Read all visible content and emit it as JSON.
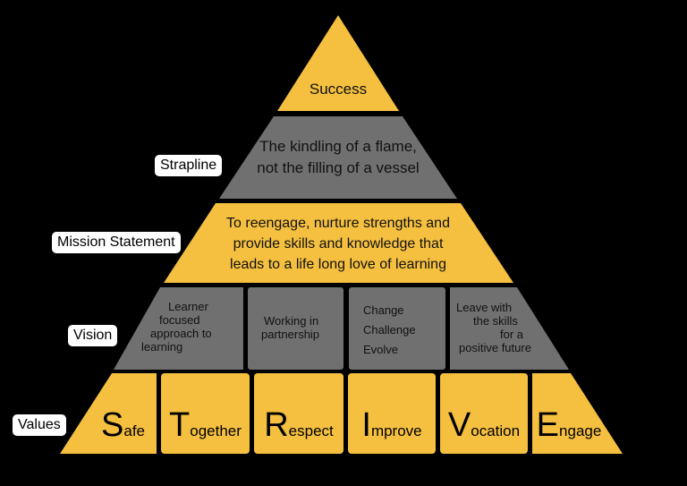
{
  "colors": {
    "background": "#000000",
    "yellow": "#f5c040",
    "gray": "#707070",
    "label_bg": "#ffffff"
  },
  "tiers": {
    "success": "Success",
    "strapline": [
      "The kindling of a flame,",
      "not the filling of a vessel"
    ],
    "mission": [
      "To reengage, nurture strengths and",
      "provide skills and knowledge that",
      "leads to a life long love of learning"
    ]
  },
  "labels": {
    "strapline": "Strapline",
    "mission": "Mission Statement",
    "vision": "Vision",
    "values": "Values"
  },
  "vision": [
    [
      "Learner",
      "focused",
      "approach to",
      "learning"
    ],
    [
      "Working in",
      "partnership"
    ],
    [
      "Change",
      "Challenge",
      "Evolve"
    ],
    [
      "Leave with",
      "the skills",
      "for a",
      "positive future"
    ]
  ],
  "values": [
    {
      "initial": "S",
      "rest": "afe"
    },
    {
      "initial": "T",
      "rest": "ogether"
    },
    {
      "initial": "R",
      "rest": "espect"
    },
    {
      "initial": "I",
      "rest": "mprove"
    },
    {
      "initial": "V",
      "rest": "ocation"
    },
    {
      "initial": "E",
      "rest": "ngage"
    }
  ]
}
